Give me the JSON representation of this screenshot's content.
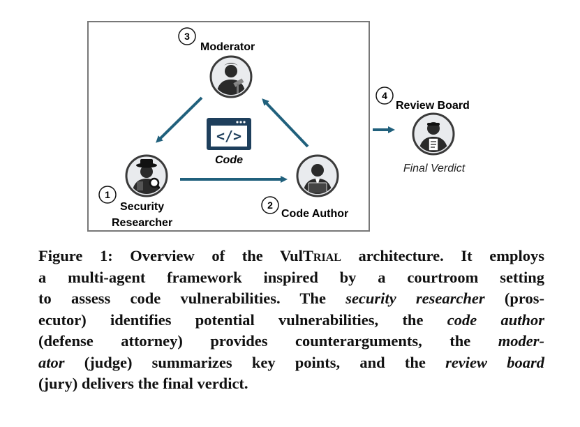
{
  "figure": {
    "code_label": "Code",
    "code_symbol": "</>",
    "roles": {
      "moderator": {
        "number": "3",
        "label": "Moderator",
        "icon": "judge-icon"
      },
      "security_researcher": {
        "number": "1",
        "label_line1": "Security",
        "label_line2": "Researcher",
        "icon": "detective-icon"
      },
      "code_author": {
        "number": "2",
        "label": "Code Author",
        "icon": "lawyer-laptop-icon"
      },
      "review_board": {
        "number": "4",
        "label": "Review Board",
        "icon": "jury-icon"
      }
    },
    "final_verdict": "Final Verdict",
    "colors": {
      "arrow": "#20607c",
      "frame": "#777777",
      "code_block": "#1e3f5c"
    }
  },
  "caption": {
    "l1a": "Figure 1: Overview of the ",
    "l1name1": "Vul",
    "l1name2": "Trial",
    "l1b": " architecture. It employs",
    "l2": "a multi-agent framework inspired by a courtroom setting",
    "l3a": "to assess code vulnerabilities. The ",
    "l3i": "security researcher",
    "l3b": " (pros-",
    "l4a": "ecutor) identifies potential vulnerabilities, the ",
    "l4i": "code author",
    "l5a": "(defense attorney) provides counterarguments, the ",
    "l5i": "moder-",
    "l6i": "ator",
    "l6a": " (judge) summarizes key points, and the ",
    "l6i2": "review board",
    "l7": "(jury) delivers the final verdict."
  }
}
